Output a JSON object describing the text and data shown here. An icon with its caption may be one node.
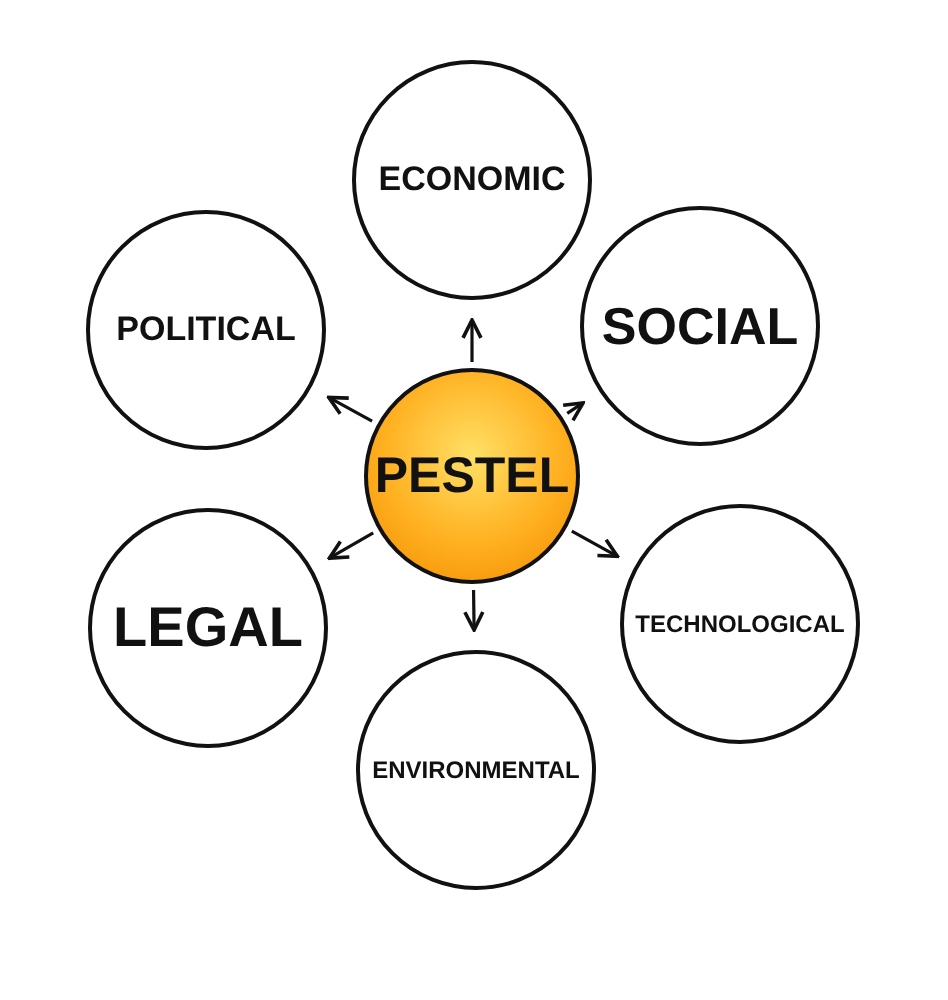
{
  "diagram": {
    "nodes": [
      {
        "text": [
          "PESTEL"
        ]
      },
      {
        "text": [
          "ECONOMIC"
        ]
      },
      {
        "text": [
          "POLITICAL"
        ]
      },
      {
        "text": [
          "SOCIAL"
        ]
      },
      {
        "text": [
          "LEGAL"
        ]
      },
      {
        "text": [
          "TECHNOLOGICAL"
        ]
      },
      {
        "text": [
          "ENVIRONMENTAL"
        ]
      }
    ],
    "edges": [
      {
        "from": 0,
        "to": 1,
        "arrow": "to"
      },
      {
        "from": 0,
        "to": 2,
        "arrow": "to"
      },
      {
        "from": 0,
        "to": 3,
        "arrow": "to"
      },
      {
        "from": 0,
        "to": 4,
        "arrow": "to"
      },
      {
        "from": 0,
        "to": 5,
        "arrow": "to"
      },
      {
        "from": 0,
        "to": 6,
        "arrow": "to"
      }
    ]
  }
}
